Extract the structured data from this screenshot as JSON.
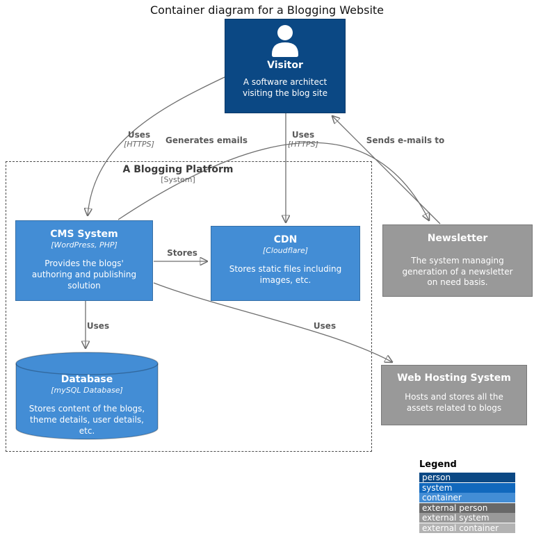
{
  "title": "Container diagram for a Blogging Website",
  "boundary": {
    "label": "A Blogging Platform",
    "sublabel": "[System]"
  },
  "nodes": {
    "visitor": {
      "title": "Visitor",
      "description": "A software architect visiting the blog site",
      "type": "person"
    },
    "cms": {
      "title": "CMS System",
      "tech": "[WordPress, PHP]",
      "description": "Provides the blogs' authoring and publishing solution",
      "type": "container"
    },
    "cdn": {
      "title": "CDN",
      "tech": "[Cloudflare]",
      "description": "Stores static files including images, etc.",
      "type": "container"
    },
    "newsletter": {
      "title": "Newsletter",
      "description": "The system managing generation of a newsletter on need basis.",
      "type": "external system"
    },
    "database": {
      "title": "Database",
      "tech": "[mySQL Database]",
      "description": "Stores content of the blogs, theme details, user details, etc.",
      "type": "container"
    },
    "webhosting": {
      "title": "Web Hosting System",
      "description": "Hosts and stores all the assets related to blogs",
      "type": "external system"
    }
  },
  "edges": {
    "visitor_cms": {
      "label": "Uses",
      "tech": "[HTTPS]"
    },
    "cms_newsletter": {
      "label": "Generates emails"
    },
    "visitor_cdn": {
      "label": "Uses",
      "tech": "[HTTPS]"
    },
    "newsletter_visitor": {
      "label": "Sends e-mails to"
    },
    "cms_cdn": {
      "label": "Stores"
    },
    "cms_database": {
      "label": "Uses"
    },
    "cms_webhosting": {
      "label": "Uses"
    }
  },
  "legend": {
    "title": "Legend",
    "items": [
      {
        "label": "person",
        "color": "#0B4884"
      },
      {
        "label": "system",
        "color": "#1168BD"
      },
      {
        "label": "container",
        "color": "#438DD5"
      },
      {
        "label": "external person",
        "color": "#686868"
      },
      {
        "label": "external system",
        "color": "#999999"
      },
      {
        "label": "external container",
        "color": "#B3B3B3"
      }
    ]
  },
  "colors": {
    "person": "#0B4884",
    "container": "#438DD5",
    "external_system": "#999999",
    "line": "#6E6E6E"
  }
}
